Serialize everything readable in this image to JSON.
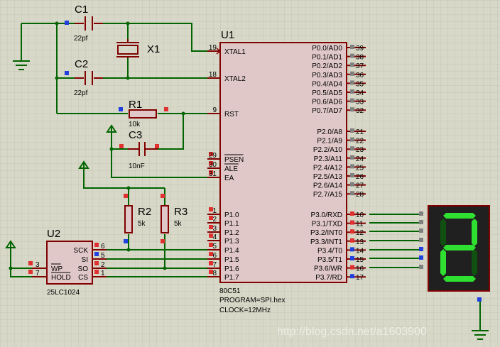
{
  "colors": {
    "background": "#d8d8c8",
    "grid": "#c8c8b8",
    "wire": "#006400",
    "component_outline": "#800000",
    "chip_fill": "#e0c8c8",
    "pin_red": "#e03030",
    "pin_blue": "#2040e0",
    "pin_gray": "#808080",
    "display_bg": "#202020",
    "segment_on": "#30e030",
    "segment_off": "#105010",
    "text": "#000000"
  },
  "mcu": {
    "ref": "U1",
    "part": "80C51",
    "program": "PROGRAM=SPI.hex",
    "clock": "CLOCK=12MHz",
    "left_pins": [
      {
        "num": "19",
        "name": "XTAL1"
      },
      {
        "num": "18",
        "name": "XTAL2"
      },
      {
        "num": "9",
        "name": "RST"
      },
      {
        "num": "29",
        "name": "PSEN"
      },
      {
        "num": "30",
        "name": "ALE"
      },
      {
        "num": "31",
        "name": "EA"
      },
      {
        "num": "1",
        "name": "P1.0"
      },
      {
        "num": "2",
        "name": "P1.1"
      },
      {
        "num": "3",
        "name": "P1.2"
      },
      {
        "num": "4",
        "name": "P1.3"
      },
      {
        "num": "5",
        "name": "P1.4"
      },
      {
        "num": "6",
        "name": "P1.5"
      },
      {
        "num": "7",
        "name": "P1.6"
      },
      {
        "num": "8",
        "name": "P1.7"
      }
    ],
    "right_pins_p0": [
      {
        "num": "39",
        "name": "P0.0/AD0"
      },
      {
        "num": "38",
        "name": "P0.1/AD1"
      },
      {
        "num": "37",
        "name": "P0.2/AD2"
      },
      {
        "num": "36",
        "name": "P0.3/AD3"
      },
      {
        "num": "35",
        "name": "P0.4/AD4"
      },
      {
        "num": "34",
        "name": "P0.5/AD5"
      },
      {
        "num": "33",
        "name": "P0.6/AD6"
      },
      {
        "num": "32",
        "name": "P0.7/AD7"
      }
    ],
    "right_pins_p2": [
      {
        "num": "21",
        "name": "P2.0/A8"
      },
      {
        "num": "22",
        "name": "P2.1/A9"
      },
      {
        "num": "23",
        "name": "P2.2/A10"
      },
      {
        "num": "24",
        "name": "P2.3/A11"
      },
      {
        "num": "25",
        "name": "P2.4/A12"
      },
      {
        "num": "26",
        "name": "P2.5/A13"
      },
      {
        "num": "27",
        "name": "P2.6/A14"
      },
      {
        "num": "28",
        "name": "P2.7/A15"
      }
    ],
    "right_pins_p3": [
      {
        "num": "10",
        "name": "P3.0/RXD"
      },
      {
        "num": "11",
        "name": "P3.1/TXD"
      },
      {
        "num": "12",
        "name": "P3.2/INT0"
      },
      {
        "num": "13",
        "name": "P3.3/INT1"
      },
      {
        "num": "14",
        "name": "P3.4/T0"
      },
      {
        "num": "15",
        "name": "P3.5/T1"
      },
      {
        "num": "16",
        "name": "P3.6/WR"
      },
      {
        "num": "17",
        "name": "P3.7/RD"
      }
    ]
  },
  "eeprom": {
    "ref": "U2",
    "part": "25LC1024",
    "pins": [
      {
        "num": "6",
        "name": "SCK"
      },
      {
        "num": "5",
        "name": "SI"
      },
      {
        "num": "2",
        "name": "SO"
      },
      {
        "num": "1",
        "name": "CS"
      },
      {
        "num": "3",
        "name": "WP"
      },
      {
        "num": "7",
        "name": "HOLD"
      }
    ]
  },
  "components": {
    "c1": {
      "ref": "C1",
      "value": "22pf"
    },
    "c2": {
      "ref": "C2",
      "value": "22pf"
    },
    "c3": {
      "ref": "C3",
      "value": "10nF"
    },
    "x1": {
      "ref": "X1"
    },
    "r1": {
      "ref": "R1",
      "value": "10k"
    },
    "r2": {
      "ref": "R2",
      "value": "5k"
    },
    "r3": {
      "ref": "R3",
      "value": "5k"
    }
  },
  "watermark": "http://blog.csdn.net/a1603900"
}
